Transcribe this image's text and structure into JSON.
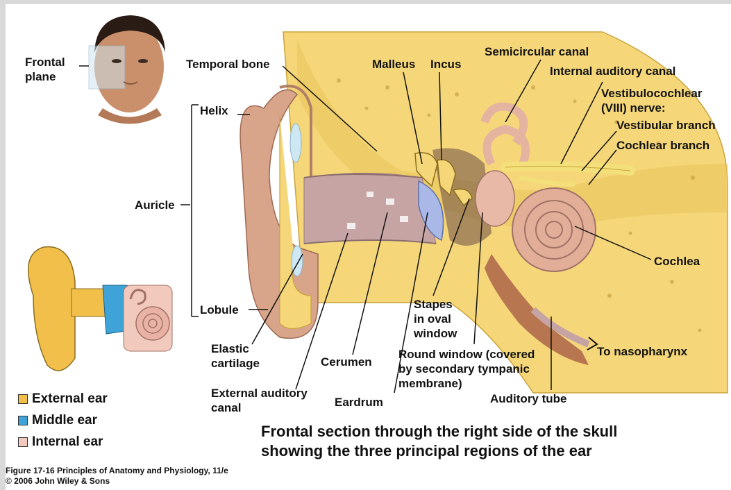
{
  "labels": {
    "frontal_plane": "Frontal\nplane",
    "temporal_bone": "Temporal bone",
    "malleus": "Malleus",
    "incus": "Incus",
    "semicircular_canal": "Semicircular canal",
    "internal_auditory_canal": "Internal auditory canal",
    "vestibulocochlear_nerve": "Vestibulocochlear\n(VIII) nerve:",
    "vestibular_branch": "Vestibular branch",
    "cochlear_branch": "Cochlear branch",
    "helix": "Helix",
    "auricle": "Auricle",
    "lobule": "Lobule",
    "cochlea": "Cochlea",
    "stapes": "Stapes\nin oval\nwindow",
    "round_window": "Round window (covered\nby secondary tympanic\nmembrane)",
    "to_nasopharynx": "To nasopharynx",
    "elastic_cartilage": "Elastic\ncartilage",
    "cerumen": "Cerumen",
    "external_auditory_canal": "External auditory\ncanal",
    "eardrum": "Eardrum",
    "auditory_tube": "Auditory tube"
  },
  "legend": [
    {
      "label": "External ear",
      "color": "#f2c04a"
    },
    {
      "label": "Middle ear",
      "color": "#3fa3d8"
    },
    {
      "label": "Internal ear",
      "color": "#f2c9bd"
    }
  ],
  "caption": {
    "line1": "Frontal section through the right side of the skull",
    "line2": "showing the three principal regions of the ear"
  },
  "credit": {
    "line1": "Figure 17-16  Principles of Anatomy and Physiology, 11/e",
    "line2": "© 2006 John Wiley & Sons"
  }
}
